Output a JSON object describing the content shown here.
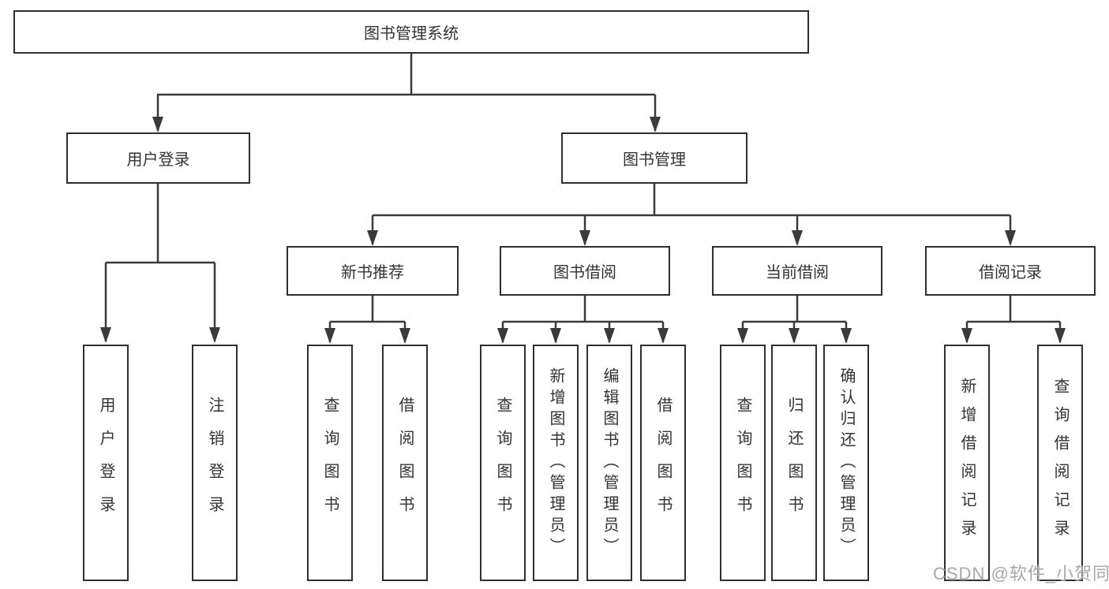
{
  "colors": {
    "line": "#3a3a3a",
    "box_border": "#2f2f2f",
    "text": "#333333",
    "watermark": "#a8a8a8",
    "background": "#ffffff"
  },
  "watermark": {
    "text": "CSDN @软件_小贺同学"
  },
  "tree": {
    "root": {
      "label": "图书管理系统",
      "children": [
        {
          "label": "用户登录",
          "children": [
            {
              "label": "用户登录"
            },
            {
              "label": "注销登录"
            }
          ]
        },
        {
          "label": "图书管理",
          "children": [
            {
              "label": "新书推荐",
              "children": [
                {
                  "label": "查询图书"
                },
                {
                  "label": "借阅图书"
                }
              ]
            },
            {
              "label": "图书借阅",
              "children": [
                {
                  "label": "查询图书"
                },
                {
                  "label": "新增图书（管理员）"
                },
                {
                  "label": "编辑图书（管理员）"
                },
                {
                  "label": "借阅图书"
                }
              ]
            },
            {
              "label": "当前借阅",
              "children": [
                {
                  "label": "查询图书"
                },
                {
                  "label": "归还图书"
                },
                {
                  "label": "确认归还（管理员）"
                }
              ]
            },
            {
              "label": "借阅记录",
              "children": [
                {
                  "label": "新增借阅记录"
                },
                {
                  "label": "查询借阅记录"
                }
              ]
            }
          ]
        }
      ]
    }
  }
}
